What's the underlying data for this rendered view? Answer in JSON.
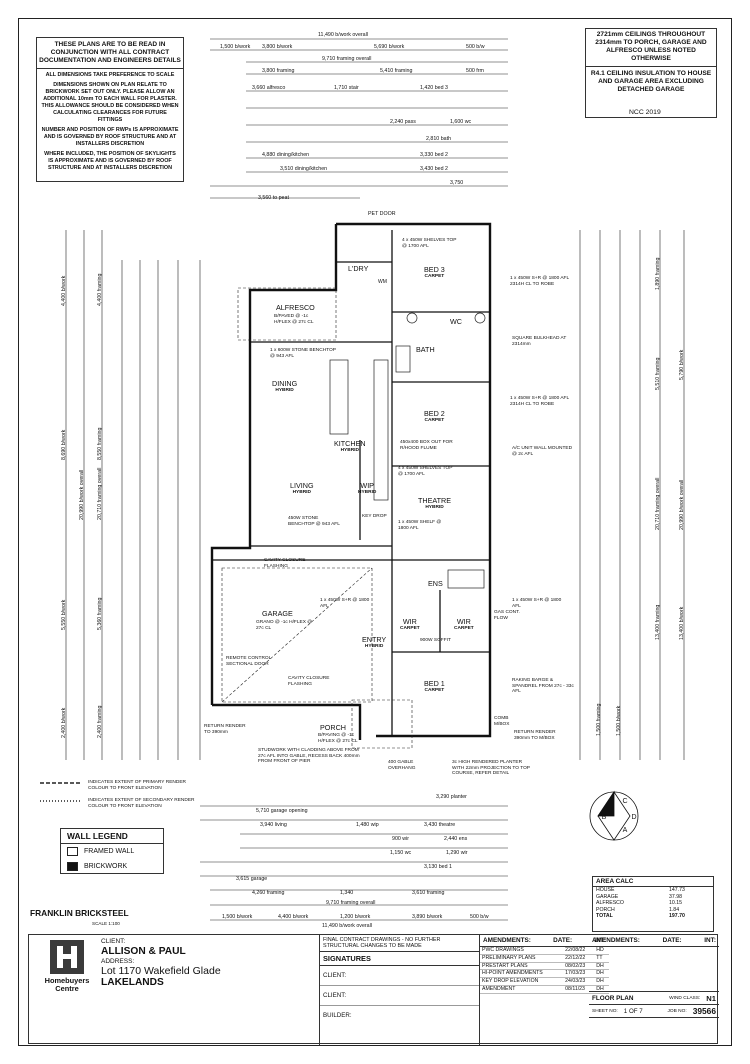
{
  "notes": {
    "header": "THESE PLANS ARE TO BE READ IN CONJUNCTION WITH ALL CONTRACT DOCUMENTATION AND ENGINEERS DETAILS",
    "n1": "ALL DIMENSIONS TAKE PREFERENCE TO SCALE",
    "n2": "DIMENSIONS SHOWN ON PLAN RELATE TO BRICKWORK SET OUT ONLY. PLEASE ALLOW AN ADDITIONAL 10mm TO EACH WALL FOR PLASTER. THIS ALLOWANCE SHOULD BE CONSIDERED WHEN CALCULATING CLEARANCES FOR FUTURE FITTINGS",
    "n3": "NUMBER AND POSITION OF RWPs IS APPROXIMATE AND IS GOVERNED BY ROOF STRUCTURE AND AT INSTALLERS DISCRETION",
    "n4": "WHERE INCLUDED, THE POSITION OF SKYLIGHTS IS APPROXIMATE AND IS GOVERNED BY ROOF STRUCTURE AND AT INSTALLERS DISCRETION"
  },
  "ceilings": {
    "t1": "2721mm CEILINGS THROUGHOUT 2314mm TO PORCH, GARAGE AND ALFRESCO UNLESS NOTED OTHERWISE",
    "t2": "R4.1 CEILING INSULATION TO HOUSE AND GARAGE AREA EXCLUDING DETACHED GARAGE",
    "ncc": "NCC 2019"
  },
  "top_dims": {
    "overall": "11,490 b/work overall",
    "d1": "1,500 b/work",
    "d2": "3,800 b/work",
    "d3": "5,690 b/work",
    "d4": "500 b/w",
    "framing_overall": "9,710 framing overall",
    "f1": "3,800 framing",
    "f2": "5,410 framing",
    "f3": "500 frm",
    "r1": "3,660 alfresco",
    "r2": "1,710 stair",
    "r3": "1,420 bed 3",
    "r4": "2,240 pass",
    "r5": "1,600 wc",
    "r6": "2,810 bath",
    "r7": "4,880 dining/kitchen",
    "r8": "3,330 bed 2",
    "r9": "3,510 dining/kitchen",
    "r10": "3,430 bed 2",
    "r11": "3,750",
    "r12": "3,560 to peat",
    "pet_door": "PET DOOR"
  },
  "side_dims": {
    "l1": "4,400 b/work",
    "l2": "8,690 b/work",
    "l3": "20,990 b/work overall",
    "l4": "5,550 b/work",
    "l5": "2,400 b/work",
    "l6": "20,710 framing overall",
    "l7": "8,550 framing",
    "l8": "4,400 framing",
    "l9": "5,360 framing",
    "l10": "2,400 framing",
    "r1": "1,890 framing",
    "r2": "5,510 framing",
    "r3": "5,790 b/work",
    "r4": "20,710 framing overall",
    "r5": "20,990 b/work overall",
    "r6": "13,400 framing",
    "r7": "13,400 b/work",
    "r8": "1,500 framing",
    "r9": "1,500 b/work"
  },
  "rooms": {
    "ldry": "L'DRY",
    "bed3": "BED 3",
    "bed3_floor": "CARPET",
    "alfresco": "ALFRESCO",
    "alfresco_note": "B/PAVED @ -1c H/FLEX @ 27c CL",
    "dining": "DINING",
    "dining_floor": "HYBRID",
    "bath": "BATH",
    "bed2": "BED 2",
    "bed2_floor": "CARPET",
    "kitchen": "KITCHEN",
    "kitchen_floor": "HYBRID",
    "living": "LIVING",
    "living_floor": "HYBRID",
    "wip": "WIP",
    "wip_floor": "HYBRID",
    "theatre": "THEATRE",
    "theatre_floor": "HYBRID",
    "ens": "ENS",
    "garage": "GARAGE",
    "garage_note": "GRANO @ -1c H/FLEX @ 27c CL",
    "wir1": "WIR",
    "wir2": "WIR",
    "wir_floor": "CARPET",
    "entry": "ENTRY",
    "entry_floor": "HYBRID",
    "bed1": "BED 1",
    "bed1_floor": "CARPET",
    "porch": "PORCH",
    "porch_note": "B/PAVING @ -1c H/FLEX @ 27c CL",
    "wc": "WC",
    "wm": "WM"
  },
  "labels": {
    "shelves_top": "4 x 450W SHELVES TOP @ 1700 AFL",
    "stone_bench1": "1 x 600W STONE BENCHTOP @ 943 AFL",
    "stone_bench2": "450W STONE BENCHTOP @ 943 AFL",
    "robe1": "1 x 450W S+R @ 1800 AFL 2314H CL TO ROBE",
    "robe2": "1 x 450W S+R @ 1800 AFL 2314H CL TO ROBE",
    "bulkhead": "SQUARE BULKHEAD AT 2314mm",
    "ac_unit": "A/C UNIT WALL MOUNTED @ 2c AFL",
    "box_out": "450x400 BOX OUT FOR R/HOOD FLUME",
    "wip_shelves": "4 x 450W SHELVES TOP @ 1700 AFL",
    "shelf_theatre": "1 x 450W SHELF @ 1800 AFL",
    "key_drop": "KEY DROP",
    "cavity1": "CAVITY CLOSURE FLASHING",
    "cavity2": "CAVITY CLOSURE FLASHING",
    "garage_robe": "1 x 450W S+R @ 1800 AFL",
    "wir_robe": "1 x 450W S+R @ 1800 AFL",
    "gas": "GAS CONT. FLOW",
    "remote": "REMOTE CONTROL SECTIONAL DOOR",
    "soffit": "900W SOFFIT",
    "raking": "RAKING BARGE & SPANDREL FROM 27c - 33c AFL",
    "return_render1": "RETURN RENDER TO 390mm",
    "return_render2": "RETURN RENDER 390mm TO M/BOX",
    "studwork": "STUDWORK WITH CLADDING ABOVE FROM 27c AFL INTO GABLE, RECESS BACK 400mm FROM FRONT OF PIER",
    "gable": "400 GABLE OVERHANG",
    "planter": "3c HIGH RENDERED PLANTER WITH 22mm PROJECTION TO TOP COURSE, REFER DETAIL",
    "render_primary": "INDICATES EXTENT OF PRIMARY RENDER COLOUR TO FRONT ELEVATION",
    "render_secondary": "INDICATES EXTENT OF SECONDARY RENDER COLOUR TO FRONT ELEVATION",
    "comb": "COMB M/BOX"
  },
  "bottom_dims": {
    "b1": "5,710 garage opening",
    "b2": "3,940 living",
    "b3": "1,480 wip",
    "b4": "3,430 theatre",
    "b5": "3,290 planter",
    "b6": "900 wir",
    "b7": "2,440 ens",
    "b8": "1,150 wc",
    "b9": "1,290 wir",
    "b10": "3,615 garage",
    "b11": "3,130 bed 1",
    "f1": "4,260 framing",
    "f2": "1,340",
    "f3": "3,610 framing",
    "framing_overall": "9,710 framing overall",
    "w1": "1,500 b/work",
    "w2": "4,400 b/work",
    "w3": "1,200 b/work",
    "w4": "3,890 b/work",
    "w5": "500 b/w",
    "overall": "11,490 b/work overall"
  },
  "legend": {
    "title": "WALL LEGEND",
    "framed": "FRAMED WALL",
    "brick": "BRICKWORK"
  },
  "area_calc": {
    "title": "AREA CALC",
    "rows": [
      {
        "name": "HOUSE",
        "val": "147.73"
      },
      {
        "name": "GARAGE",
        "val": "37.98"
      },
      {
        "name": "ALFRESCO",
        "val": "10.15"
      },
      {
        "name": "PORCH",
        "val": "1.84"
      },
      {
        "name": "TOTAL",
        "val": "197.70"
      }
    ]
  },
  "compass": {
    "a": "A",
    "b": "B",
    "c": "C",
    "d": "D"
  },
  "titleblock": {
    "house_name": "FRANKLIN BRICKSTEEL",
    "scale": "SCALE 1:100",
    "client_label": "CLIENT:",
    "client": "ALLISON & PAUL",
    "address_label": "ADDRESS:",
    "address1": "Lot 1170 Wakefield Glade",
    "address2": "LAKELANDS",
    "company": "Homebuyers Centre",
    "final_note": "FINAL CONTRACT DRAWINGS - NO FURTHER STRUCTURAL CHANGES TO BE MADE",
    "signatures": "SIGNATURES",
    "client_sig1": "CLIENT:",
    "client_sig2": "CLIENT:",
    "builder_sig": "BUILDER:",
    "amend_title": "AMENDMENTS:",
    "date_hdr": "DATE:",
    "int_hdr": "INT:",
    "amendments": [
      {
        "name": "PWC DRAWINGS",
        "date": "22/08/22",
        "int": "HD"
      },
      {
        "name": "PRELIMINARY PLANS",
        "date": "22/12/22",
        "int": "TT"
      },
      {
        "name": "PRESTART PLANS",
        "date": "08/02/23",
        "int": "DH"
      },
      {
        "name": "HI-POINT AMENDMENTS",
        "date": "17/03/23",
        "int": "DH"
      },
      {
        "name": "KEY DROP ELEVATION",
        "date": "24/03/23",
        "int": "DH"
      },
      {
        "name": "AMENDMENT",
        "date": "08/11/23",
        "int": "DH"
      }
    ],
    "amend2_title": "AMENDMENTS:",
    "floor_plan": "FLOOR PLAN",
    "wind_label": "WIND CLASS:",
    "wind": "N1",
    "sheet_label": "SHEET NO:",
    "sheet": "1 OF 7",
    "job_label": "JOB NO:",
    "job": "39566"
  }
}
